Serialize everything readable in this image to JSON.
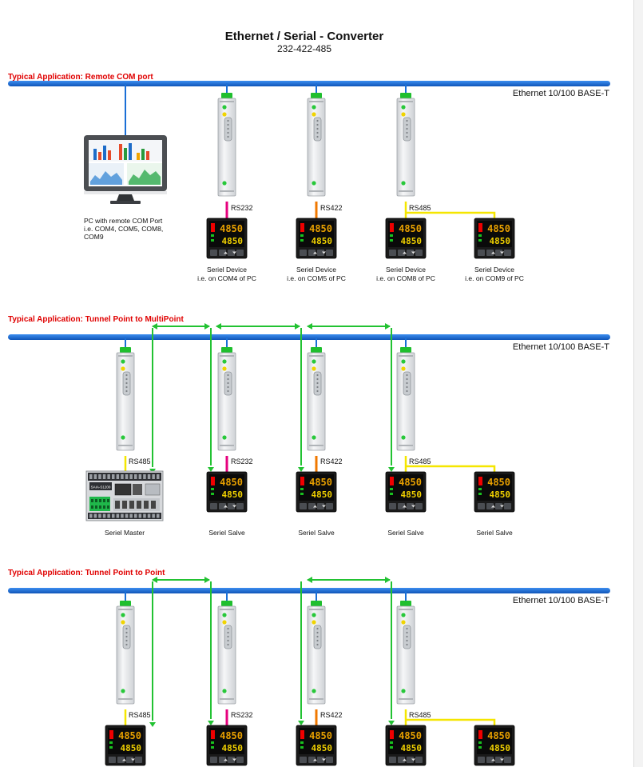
{
  "title": "Ethernet / Serial - Converter",
  "subtitle": "232-422-485",
  "colors": {
    "ethernet": "#1a6fd6",
    "section_title": "#e00000",
    "rs232": "#e6007e",
    "rs422": "#f07800",
    "rs485": "#f5e600",
    "tunnel": "#22c232",
    "device_led": "#f00000",
    "device_seg": "#e8a000"
  },
  "sections": [
    {
      "title": "Typical Application: Remote COM port",
      "ethernet_label": "Ethernet 10/100 BASE-T",
      "pc_caption": [
        "PC with remote COM Port",
        "i.e. COM4, COM5, COM8,",
        "COM9"
      ],
      "port_labels": [
        "RS232",
        "RS422",
        "RS485"
      ],
      "device_captions": [
        [
          "Seriel Device",
          "i.e. on COM4 of PC"
        ],
        [
          "Seriel Device",
          "i.e. on COM5 of PC"
        ],
        [
          "Seriel Device",
          "i.e. on COM8 of PC"
        ],
        [
          "Seriel Device",
          "i.e. on COM9 of PC"
        ]
      ]
    },
    {
      "title": "Typical Application: Tunnel Point to MultiPoint",
      "ethernet_label": "Ethernet 10/100 BASE-T",
      "master_chip": "SAIA-S1200",
      "port_labels": [
        "RS485",
        "RS232",
        "RS422",
        "RS485"
      ],
      "device_captions": [
        "Seriel Master",
        "Seriel Salve",
        "Seriel Salve",
        "Seriel Salve",
        "Seriel Salve"
      ]
    },
    {
      "title": "Typical Application: Tunnel Point to Point",
      "ethernet_label": "Ethernet 10/100 BASE-T",
      "port_labels": [
        "RS485",
        "RS232",
        "RS422",
        "RS485"
      ]
    }
  ],
  "display": {
    "top": "4850",
    "bottom": "4850"
  }
}
